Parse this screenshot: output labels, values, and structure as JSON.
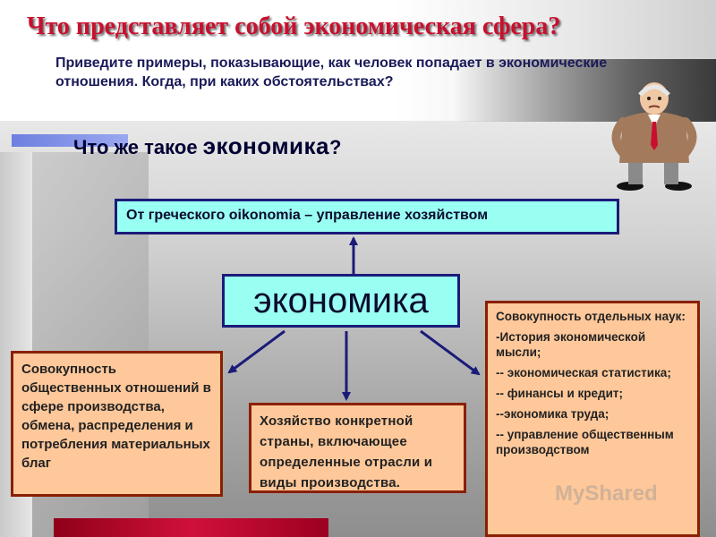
{
  "title": "Что представляет собой экономическая сфера?",
  "subtitle": "Приведите примеры, показывающие, как человек попадает в экономические отношения. Когда, при каких обстоятельствах?",
  "question": {
    "part1": "Что же такое ",
    "part2": "экономика",
    "part3": "?"
  },
  "origin_box": "От греческого oikonomia – управление хозяйством",
  "center_box": "экономика",
  "left_box": "Совокупность общественных отношений в сфере производства, обмена, распределения и потребления материальных благ",
  "middle_box": "Хозяйство конкретной страны, включающее определенные отрасли и виды производства.",
  "right_box": {
    "heading": "Совокупность отдельных наук:",
    "items": [
      "-История экономической мысли;",
      "-- экономическая статистика;",
      "-- финансы и кредит;",
      "--экономика труда;",
      "-- управление общественным производством"
    ]
  },
  "watermark": "MyShared",
  "colors": {
    "title": "#c8102e",
    "cyan_box": "#99fff2",
    "orange_box": "#ffc89a",
    "arrow": "#1b1b7a"
  },
  "icons": [
    "thinking-man-figure"
  ]
}
